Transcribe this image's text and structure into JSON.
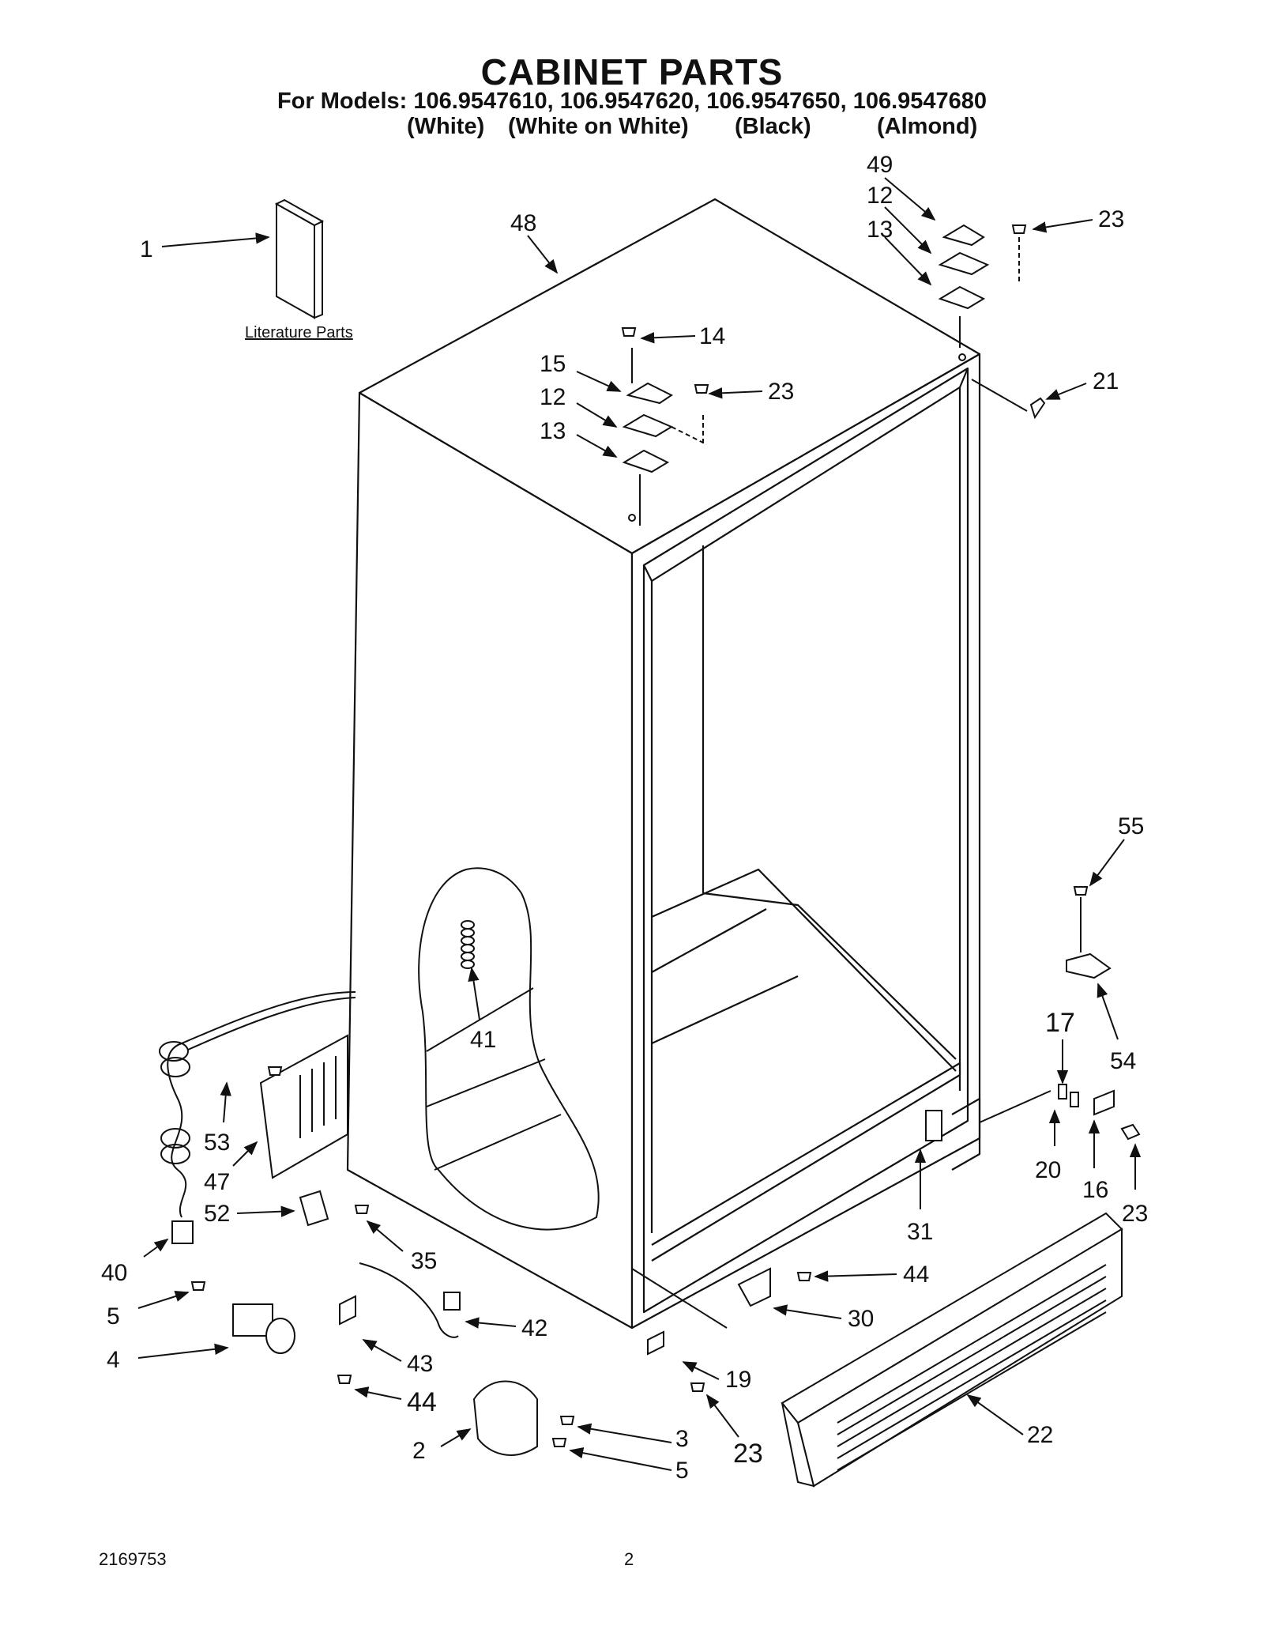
{
  "header": {
    "title": "CABINET PARTS",
    "models_line": "For Models: 106.9547610, 106.9547620, 106.9547650, 106.9547680",
    "variants": [
      "(White)",
      "(White on White)",
      "(Black)",
      "(Almond)"
    ]
  },
  "literature_label": "Literature Parts",
  "callouts": [
    {
      "key": "c1",
      "label": "1"
    },
    {
      "key": "c48",
      "label": "48"
    },
    {
      "key": "c49",
      "label": "49"
    },
    {
      "key": "c12a",
      "label": "12"
    },
    {
      "key": "c13a",
      "label": "13"
    },
    {
      "key": "c23a",
      "label": "23"
    },
    {
      "key": "c14",
      "label": "14"
    },
    {
      "key": "c15",
      "label": "15"
    },
    {
      "key": "c12b",
      "label": "12"
    },
    {
      "key": "c13b",
      "label": "13"
    },
    {
      "key": "c23b",
      "label": "23"
    },
    {
      "key": "c21",
      "label": "21"
    },
    {
      "key": "c55",
      "label": "55"
    },
    {
      "key": "c54",
      "label": "54"
    },
    {
      "key": "c17",
      "label": "17"
    },
    {
      "key": "c20",
      "label": "20"
    },
    {
      "key": "c16",
      "label": "16"
    },
    {
      "key": "c23c",
      "label": "23"
    },
    {
      "key": "c31",
      "label": "31"
    },
    {
      "key": "c41",
      "label": "41"
    },
    {
      "key": "c53",
      "label": "53"
    },
    {
      "key": "c47",
      "label": "47"
    },
    {
      "key": "c52",
      "label": "52"
    },
    {
      "key": "c35",
      "label": "35"
    },
    {
      "key": "c40",
      "label": "40"
    },
    {
      "key": "c5a",
      "label": "5"
    },
    {
      "key": "c4",
      "label": "4"
    },
    {
      "key": "c42",
      "label": "42"
    },
    {
      "key": "c43",
      "label": "43"
    },
    {
      "key": "c44a",
      "label": "44"
    },
    {
      "key": "c44b",
      "label": "44"
    },
    {
      "key": "c30",
      "label": "30"
    },
    {
      "key": "c19",
      "label": "19"
    },
    {
      "key": "c23d",
      "label": "23"
    },
    {
      "key": "c2",
      "label": "2"
    },
    {
      "key": "c3",
      "label": "3"
    },
    {
      "key": "c5b",
      "label": "5"
    },
    {
      "key": "c22",
      "label": "22"
    }
  ],
  "footer": {
    "doc_number": "2169753",
    "page_number": "2"
  }
}
